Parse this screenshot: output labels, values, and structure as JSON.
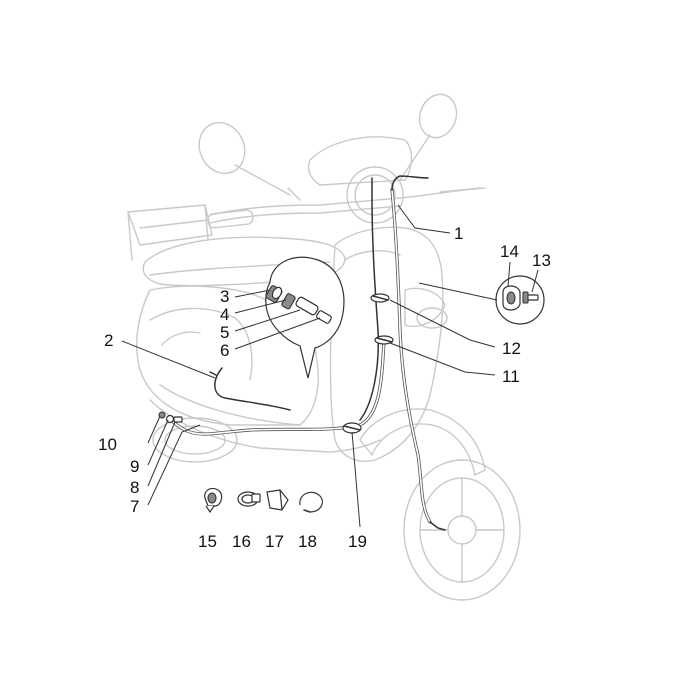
{
  "callouts": {
    "c1": "1",
    "c2": "2",
    "c3": "3",
    "c4": "4",
    "c5": "5",
    "c6": "6",
    "c7": "7",
    "c8": "8",
    "c9": "9",
    "c10": "10",
    "c11": "11",
    "c12": "12",
    "c13": "13",
    "c14": "14",
    "c15": "15",
    "c16": "16",
    "c17": "17",
    "c18": "18",
    "c19": "19"
  },
  "colors": {
    "background": "#ffffff",
    "scooter_outline": "#c9c9c9",
    "cable": "#333333",
    "text": "#111111"
  }
}
